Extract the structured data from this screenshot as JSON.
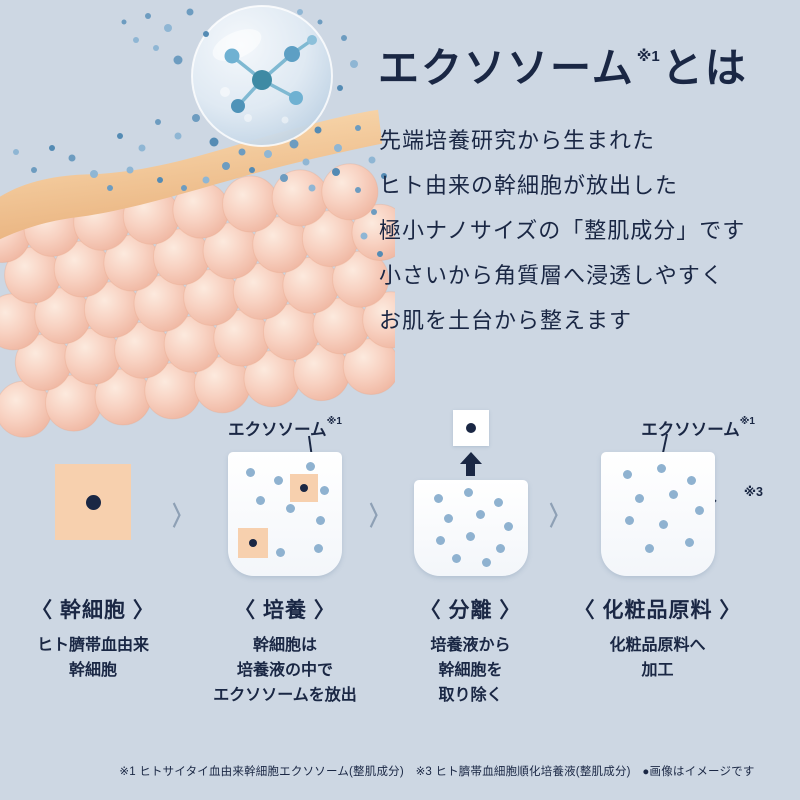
{
  "colors": {
    "background": "#cdd7e3",
    "text_navy": "#1a2744",
    "cell_peach": "#f7d0ae",
    "dot_blue": "#8fb2d0"
  },
  "hero": {
    "title": "エクソソーム",
    "title_note": "※1",
    "title_suffix": "とは",
    "lines": [
      "先端培養研究から生まれた",
      "ヒト由来の幹細胞が放出した",
      "極小ナノサイズの「整肌成分」です",
      "小さいから角質層へ浸透しやすく",
      "お肌を土台から整えます"
    ]
  },
  "process": {
    "chevron": "〉",
    "steps": [
      {
        "label": "〈 幹細胞 〉",
        "caption": [
          "ヒト臍帯血由来",
          "幹細胞"
        ]
      },
      {
        "label": "〈 培養 〉",
        "caption": [
          "幹細胞は",
          "培養液の中で",
          "エクソソームを放出"
        ],
        "annotation": "エクソソーム",
        "annotation_note": "※1"
      },
      {
        "label": "〈 分離 〉",
        "caption": [
          "培養液から",
          "幹細胞を",
          "取り除く"
        ]
      },
      {
        "label": "〈 化粧品原料 〉",
        "caption": [
          "化粧品原料へ",
          "加工"
        ],
        "annotation": "エクソソーム",
        "annotation_note": "※1",
        "side_note": "※3"
      }
    ]
  },
  "footnote": "※1 ヒトサイタイ血由来幹細胞エクソソーム(整肌成分)　※3 ヒト臍帯血細胞順化培養液(整肌成分)　●画像はイメージです"
}
